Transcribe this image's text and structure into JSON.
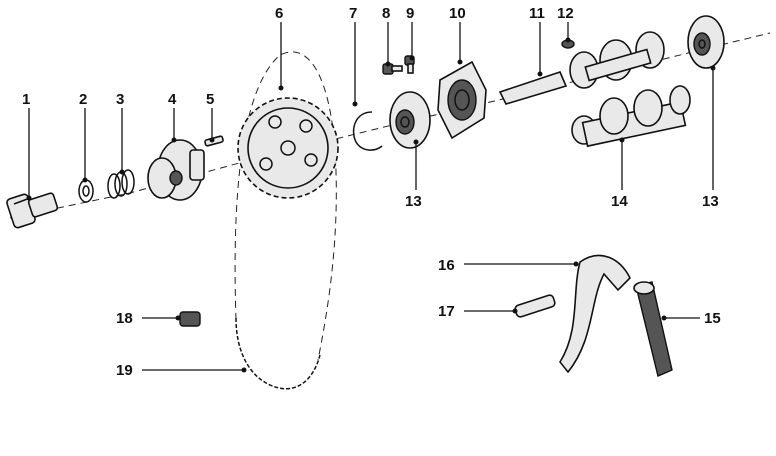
{
  "diagram": {
    "labels": [
      "1",
      "2",
      "3",
      "4",
      "5",
      "6",
      "7",
      "8",
      "9",
      "10",
      "11",
      "12",
      "13",
      "13",
      "14",
      "15",
      "16",
      "17",
      "18",
      "19"
    ]
  }
}
